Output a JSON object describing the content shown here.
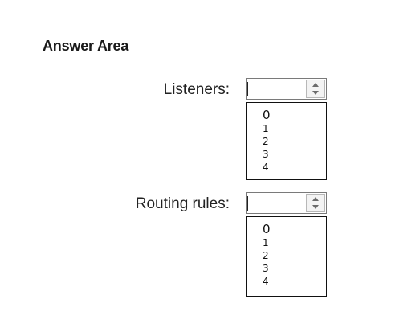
{
  "title": "Answer Area",
  "rows": [
    {
      "label": "Listeners:",
      "selected_value": "",
      "options": [
        "0",
        "1",
        "2",
        "3",
        "4"
      ]
    },
    {
      "label": "Routing rules:",
      "selected_value": "",
      "options": [
        "0",
        "1",
        "2",
        "3",
        "4"
      ]
    }
  ]
}
